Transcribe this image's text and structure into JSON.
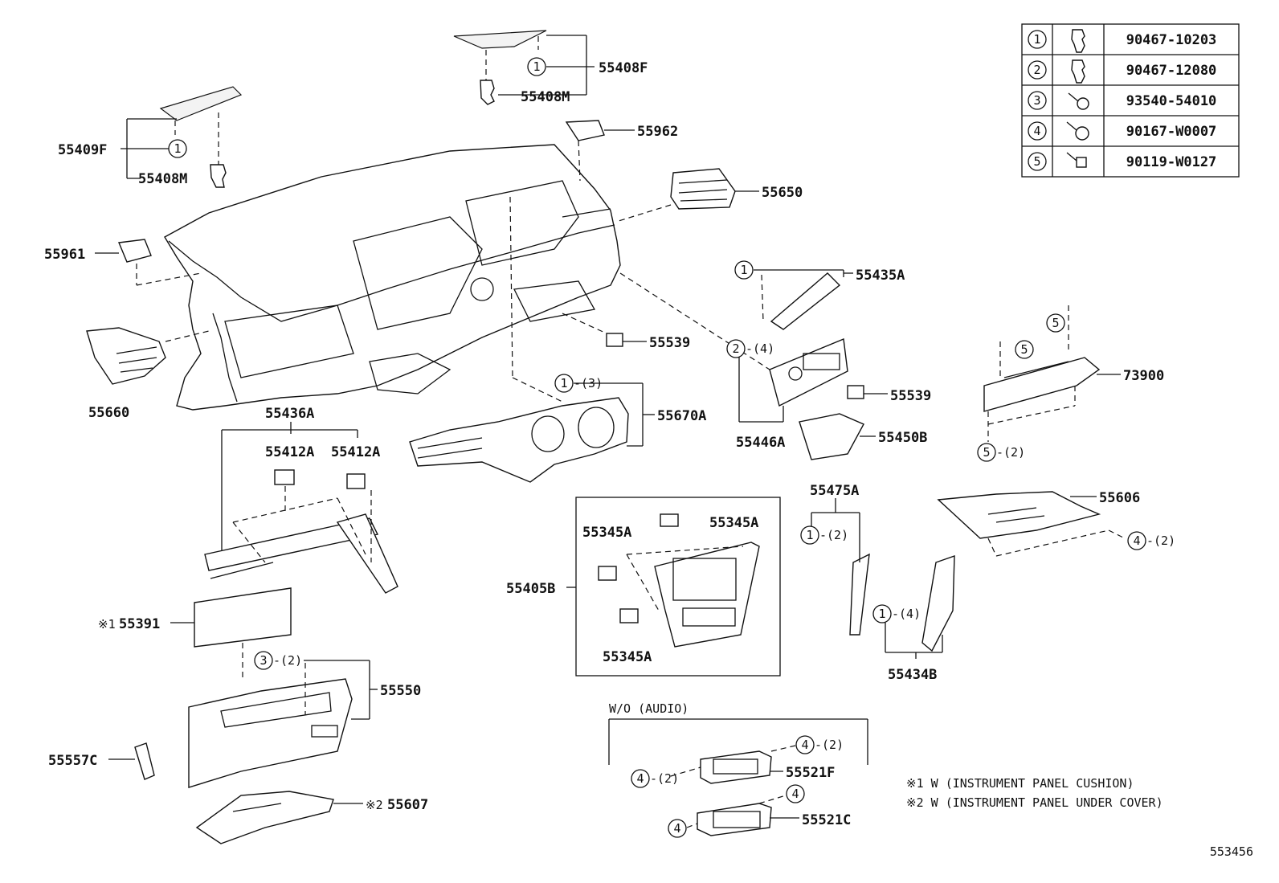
{
  "diagram_id": "553456",
  "fastener_table": [
    {
      "ref": "1",
      "part": "90467-10203"
    },
    {
      "ref": "2",
      "part": "90467-12080"
    },
    {
      "ref": "3",
      "part": "93540-54010"
    },
    {
      "ref": "4",
      "part": "90167-W0007"
    },
    {
      "ref": "5",
      "part": "90119-W0127"
    }
  ],
  "labels": {
    "p55408F": "55408F",
    "p55408M_top": "55408M",
    "p55409F": "55409F",
    "p55408M_left": "55408M",
    "p55962": "55962",
    "p55650": "55650",
    "p55961": "55961",
    "p55435A": "55435A",
    "p55539_a": "55539",
    "p55539_b": "55539",
    "p73900": "73900",
    "p55660": "55660",
    "p55436A": "55436A",
    "p55412A_1": "55412A",
    "p55412A_2": "55412A",
    "p55670A": "55670A",
    "p55446A": "55446A",
    "p55450B": "55450B",
    "p55475A": "55475A",
    "p55606": "55606",
    "p55345A_1": "55345A",
    "p55345A_2": "55345A",
    "p55345A_3": "55345A",
    "p55405B": "55405B",
    "p55391": "55391",
    "p55391_mark": "※1",
    "p55550": "55550",
    "p55434B": "55434B",
    "p55557C": "55557C",
    "p55607": "55607",
    "p55607_mark": "※2",
    "p55521F": "55521F",
    "p55521C": "55521C"
  },
  "callouts": {
    "c1": "1",
    "c2": "2",
    "c3": "3",
    "c4": "4",
    "c5": "5",
    "q2": "-(2)",
    "q3": "-(3)",
    "q4": "-(4)"
  },
  "section_wo_audio": "W/O (AUDIO)",
  "notes": [
    "※1 W (INSTRUMENT  PANEL  CUSHION)",
    "※2 W (INSTRUMENT  PANEL  UNDER COVER)"
  ]
}
